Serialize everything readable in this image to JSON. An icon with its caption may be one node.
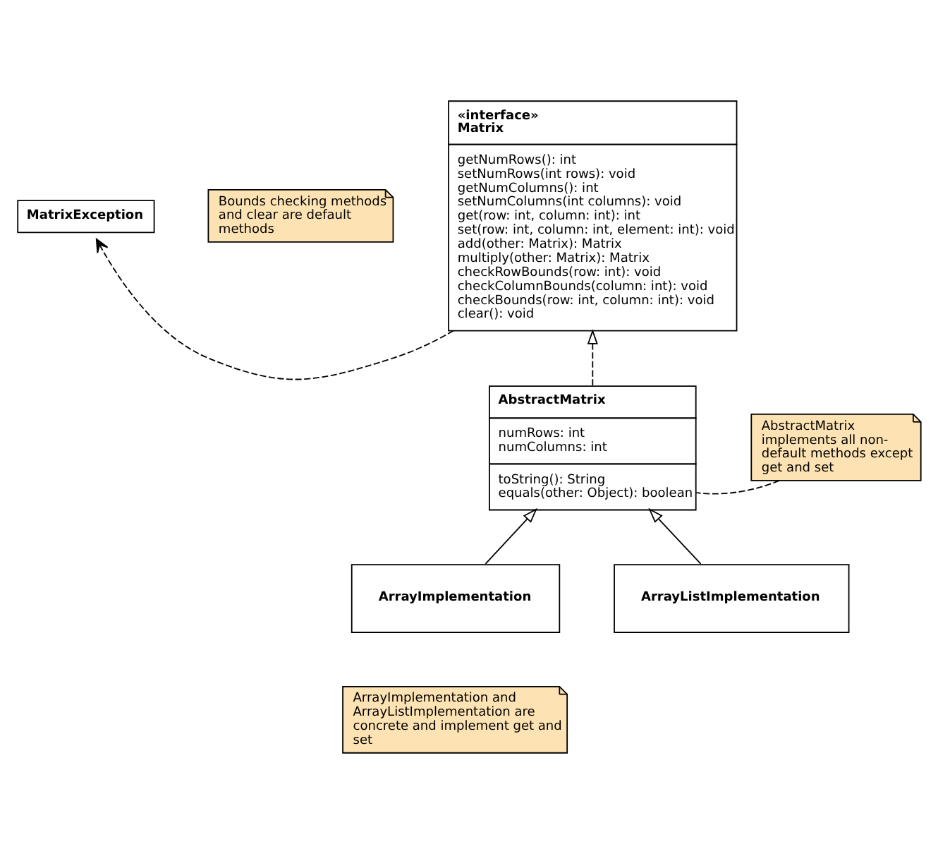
{
  "diagram": {
    "nodes": [
      {
        "text": [
          "«interface»",
          "Matrix",
          "getNumRows(): int",
          "setNumRows(int rows): void",
          "getNumColumns(): int",
          "setNumColumns(int columns): void",
          "get(row: int, column: int): int",
          "set(row: int, column: int, element: int): void",
          "add(other: Matrix): Matrix",
          "multiply(other: Matrix): Matrix",
          "checkRowBounds(row: int): void",
          "checkColumnBounds(column: int): void",
          "checkBounds(row: int, column: int): void",
          "clear(): void"
        ]
      },
      {
        "text": [
          "MatrixException"
        ]
      },
      {
        "text": [
          "Bounds checking methods and clear are default methods"
        ]
      },
      {
        "text": [
          "AbstractMatrix",
          "numRows: int",
          "numColumns: int",
          "toString(): String",
          "equals(other: Object): boolean"
        ]
      },
      {
        "text": [
          "AbstractMatrix implements all non-default methods except get and set"
        ]
      },
      {
        "text": [
          "ArrayImplementation"
        ]
      },
      {
        "text": [
          "ArrayListImplementation"
        ]
      },
      {
        "text": [
          "ArrayImplementation and ArrayListImplementation are concrete and implement get and set"
        ]
      }
    ],
    "edges": [
      {
        "from": 0,
        "to": 1,
        "arrow": "to",
        "style": "dashed"
      },
      {
        "from": 3,
        "to": 0,
        "arrow": "to",
        "style": "dashed"
      },
      {
        "from": 4,
        "to": 3,
        "arrow": "none",
        "style": "dashed"
      },
      {
        "from": 5,
        "to": 3,
        "arrow": "to"
      },
      {
        "from": 6,
        "to": 3,
        "arrow": "to"
      }
    ]
  }
}
